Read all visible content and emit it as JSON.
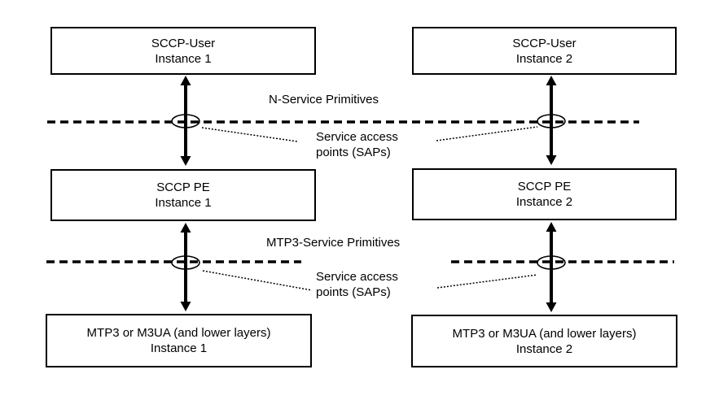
{
  "boxes": [
    {
      "line1": "SCCP-User",
      "line2": "Instance 1"
    },
    {
      "line1": "SCCP-User",
      "line2": "Instance 2"
    },
    {
      "line1": "SCCP PE",
      "line2": "Instance 1"
    },
    {
      "line1": "SCCP PE",
      "line2": "Instance 2"
    },
    {
      "line1": "MTP3 or M3UA (and lower layers)",
      "line2": "Instance 1"
    },
    {
      "line1": "MTP3 or M3UA (and lower layers)",
      "line2": "Instance 2"
    }
  ],
  "labels": {
    "n_service_primitives": "N-Service Primitives",
    "mtp3_service_primitives": "MTP3-Service Primitives",
    "sap_top": {
      "line1": "Service access",
      "line2": "points (SAPs)"
    },
    "sap_bottom": {
      "line1": "Service access",
      "line2": "points (SAPs)"
    }
  },
  "colors": {
    "background": "#ffffff",
    "line": "#000000",
    "text": "#000000"
  }
}
